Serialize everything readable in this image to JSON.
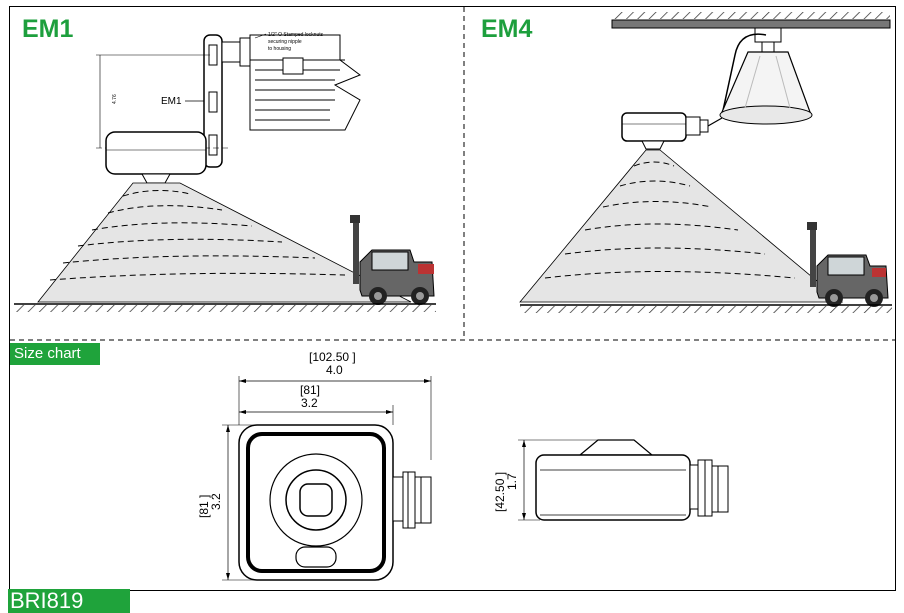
{
  "panels": {
    "left_title": "EM1",
    "right_title": "EM4",
    "em1_label": "EM1",
    "height_dim": "4.76",
    "callout_line1": "1/2\" O Stamped locknuts",
    "callout_line2": "securing nipple",
    "callout_line3": "to housing"
  },
  "size_chart": {
    "label": "Size chart",
    "width_outer_mm": "[102.50  ]",
    "width_outer_in": "4.0",
    "width_inner_mm": "[81]",
    "width_inner_in": "3.2",
    "height_mm": "[81 ]",
    "height_in": "3.2",
    "depth_mm": "[42.50  ]",
    "depth_in": "1.7"
  },
  "model": "BRI819",
  "colors": {
    "accent": "#1fa33b"
  }
}
